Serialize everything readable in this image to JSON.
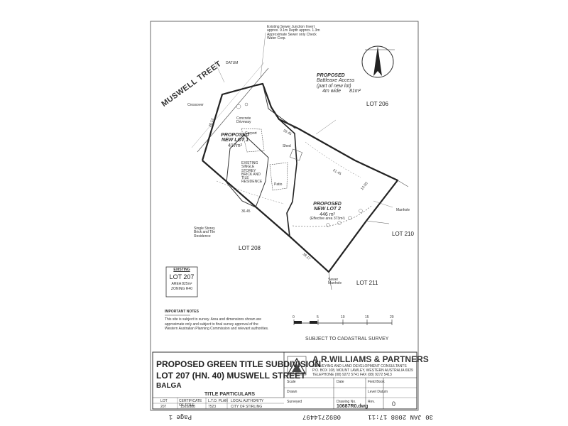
{
  "plan": {
    "street_name": "MUSWELL TREET",
    "sewer_note": "Existing Sewer Junction Invert approx. 9.1m Depth approx. 1.3m Approximate Sewer only Check Water Corp.",
    "proposed_access": {
      "title": "PROPOSED",
      "line1": "Battleaxe Access",
      "line2": "(part of new lot)",
      "line3": "4m wide",
      "area": "81m²"
    },
    "lots": {
      "lot1": {
        "line1": "PROPOSED",
        "line2": "NEW LOT 1",
        "area": "417m²"
      },
      "lot2": {
        "line1": "PROPOSED",
        "line2": "NEW LOT 2",
        "area": "446 m²",
        "note": "(Effective area 373m²)"
      }
    },
    "neighbors": {
      "lot206": "LOT 206",
      "lot208": "LOT 208",
      "lot210": "LOT 210",
      "lot211": "LOT 211"
    },
    "labels": {
      "existing_house": "EXISTING SINGLE STOREY BRICK AND TILE RESIDENCE",
      "carport": "Carport",
      "concrete_driveway": "Concrete Driveway",
      "shed": "Shed",
      "patio": "Patio",
      "crossover": "Crossover",
      "manhole": "Manhole",
      "sewer_manhole": "Sewer Manhole",
      "neighbor_dwelling": "Single Storey Brick and Tile Residence",
      "lot_corner_note": "DATUM"
    },
    "dims": [
      "20.12",
      "36.45",
      "29.45",
      "21.45",
      "38.17",
      "12.00"
    ],
    "north_icon": "north-arrow-icon"
  },
  "existing_box": {
    "heading": "EXISTING",
    "lot": "LOT 207",
    "area": "AREA 825m²",
    "zoning": "ZONING R40"
  },
  "notes": {
    "heading": "IMPORTANT NOTES",
    "body": "This site is subject to survey. Area and dimensions shown are approximate only and subject to final survey approval of the Western Australian Planning Commission and relevant authorities."
  },
  "scale": {
    "ticks": [
      "0",
      "5",
      "10",
      "15",
      "20"
    ],
    "caption": "SUBJECT TO CADASTRAL SURVEY"
  },
  "title_block": {
    "title1": "PROPOSED GREEN TITLE SUBDIVISION",
    "title2": "LOT 207 (HN. 40) MUSWELL STREET",
    "suburb": "BALGA",
    "particulars": "TITLE PARTICULARS",
    "firm": "A.R.WILLIAMS & PARTNERS",
    "firm_sub": "SURVEYING AND LAND DEVELOPMENT CONSULTANTS",
    "firm_addr": "P.O. BOX 108, MOUNT LAWLEY, WESTERN AUSTRALIA 6929",
    "firm_tel": "TELEPHONE (08) 9272 5741 FAX (08) 9272 5413",
    "drawing_no": "10687R0.dwg",
    "revision": "0",
    "cols": [
      "LOT",
      "CERTIFICATE OF TITLE",
      "L.T.O. PLAN",
      "LOCAL AUTHORITY"
    ],
    "rows": [
      "207",
      "1505/888",
      "7523",
      "CITY OF STIRLING"
    ],
    "meta_labels": [
      "Scale",
      "Drawn",
      "Surveyed",
      "Date",
      "Field Book",
      "Level Datum",
      "Drawing No.",
      "Rev."
    ]
  },
  "footer": {
    "fax": "0892714497",
    "page": "Page 1",
    "date": "30 JAN 2008 17:11"
  }
}
